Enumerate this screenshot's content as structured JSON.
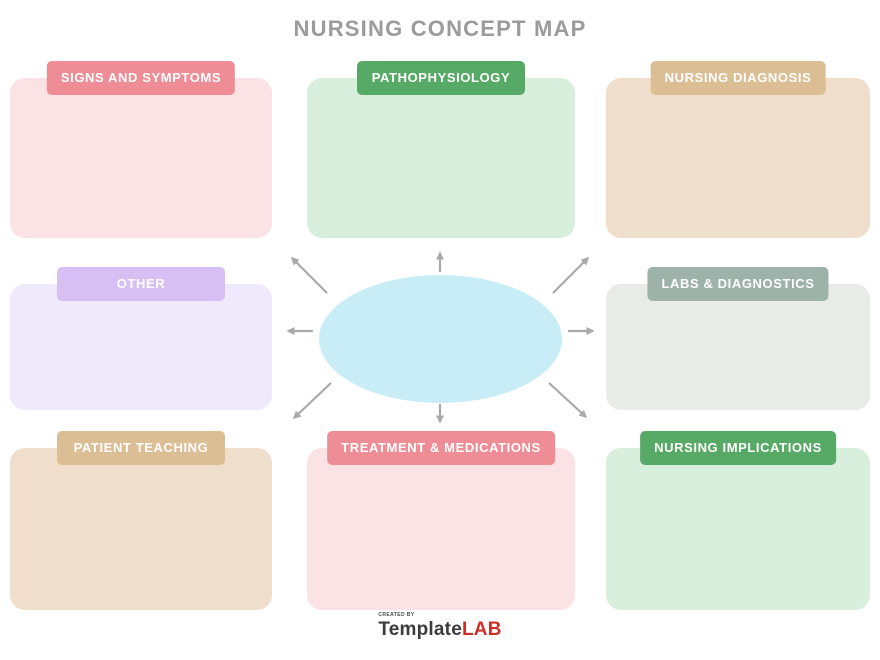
{
  "title": "NURSING CONCEPT MAP",
  "boxes": [
    {
      "id": "signs-and-symptoms",
      "label": "SIGNS AND SYMPTOMS",
      "theme": "pink",
      "position": "top-left"
    },
    {
      "id": "pathophysiology",
      "label": "PATHOPHYSIOLOGY",
      "theme": "green",
      "position": "top-center"
    },
    {
      "id": "nursing-diagnosis",
      "label": "NURSING DIAGNOSIS",
      "theme": "tan",
      "position": "top-right"
    },
    {
      "id": "other",
      "label": "OTHER",
      "theme": "purple",
      "position": "middle-left"
    },
    {
      "id": "labs-and-diagnostics",
      "label": "LABS & DIAGNOSTICS",
      "theme": "sage",
      "position": "middle-right"
    },
    {
      "id": "patient-teaching",
      "label": "PATIENT TEACHING",
      "theme": "tan",
      "position": "bottom-left"
    },
    {
      "id": "treatment-medications",
      "label": "TREATMENT & MEDICATIONS",
      "theme": "pink",
      "position": "bottom-center"
    },
    {
      "id": "nursing-implications",
      "label": "NURSING IMPLICATIONS",
      "theme": "green",
      "position": "bottom-right"
    }
  ],
  "center": {
    "shape": "ellipse",
    "text": ""
  },
  "footer": {
    "created_by": "CREATED BY",
    "logo_template": "Template",
    "logo_lab": "LAB"
  },
  "colors": {
    "title_text": "#9b9b9b",
    "pink_label": "#ee8d95",
    "pink_box": "#fbe2e4",
    "green_label": "#57a966",
    "green_box": "#d9efdd",
    "tan_label": "#dcbe94",
    "tan_box": "#efdecb",
    "purple_label": "#d7bff3",
    "purple_box": "#efe9fb",
    "sage_label": "#9db2a9",
    "sage_box": "#e8ebe8",
    "ellipse": "#c9edf7",
    "arrow": "#a9a9a9",
    "logo_dark": "#3b3b3b",
    "logo_red": "#cf2e26"
  }
}
